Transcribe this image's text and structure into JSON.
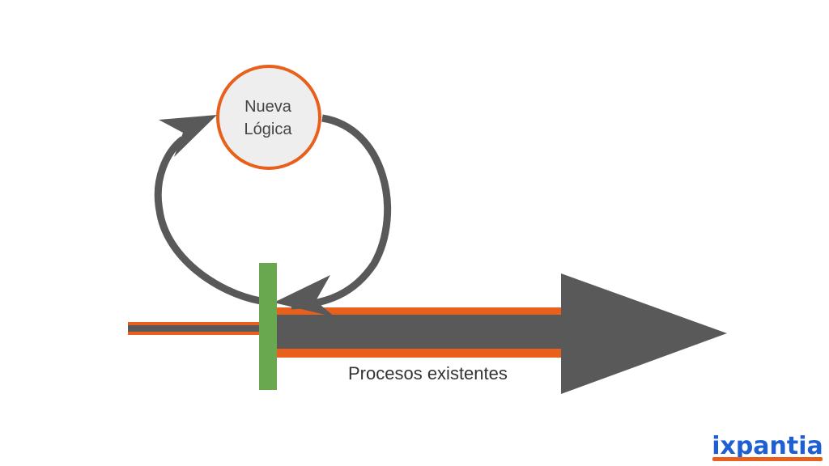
{
  "diagram": {
    "circle_label": {
      "line1": "Nueva",
      "line2": "Lógica"
    },
    "arrow_label": "Procesos existentes"
  },
  "logo": {
    "text": "ixpantia"
  },
  "colors": {
    "orange": "#e8601c",
    "dark_gray": "#595959",
    "green": "#6aa84f",
    "circle_fill": "#eeeeee",
    "logo_blue": "#1f5fd4"
  }
}
